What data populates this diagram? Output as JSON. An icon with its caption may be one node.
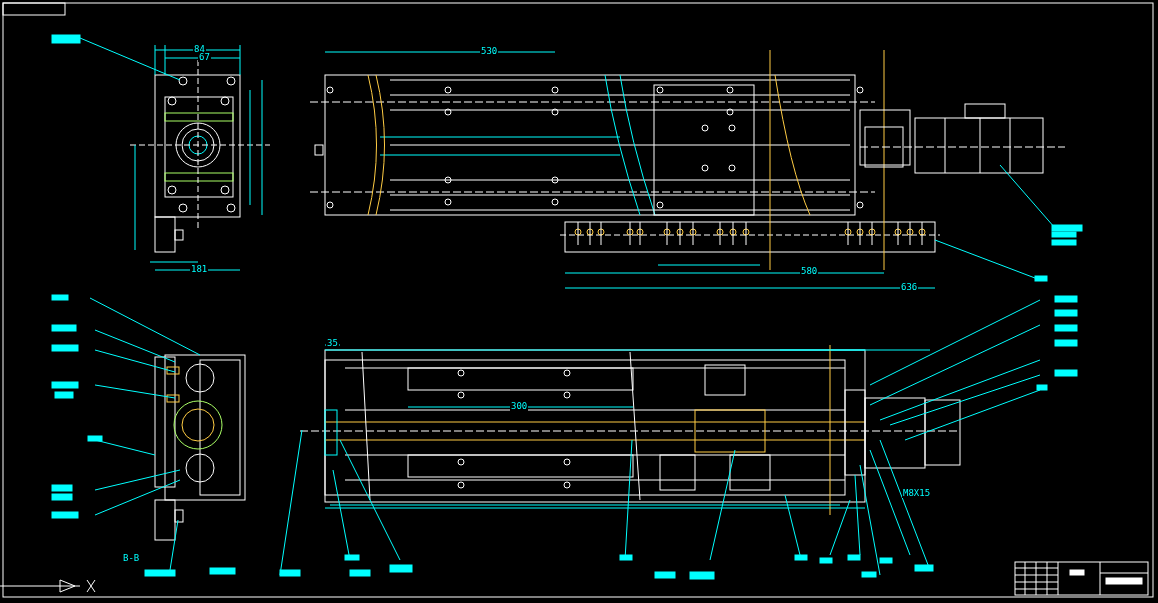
{
  "diagram": {
    "labels": [
      "84",
      "67",
      "181",
      "530",
      "580",
      "636",
      "300",
      "35",
      "M8X15",
      "B-B"
    ]
  }
}
